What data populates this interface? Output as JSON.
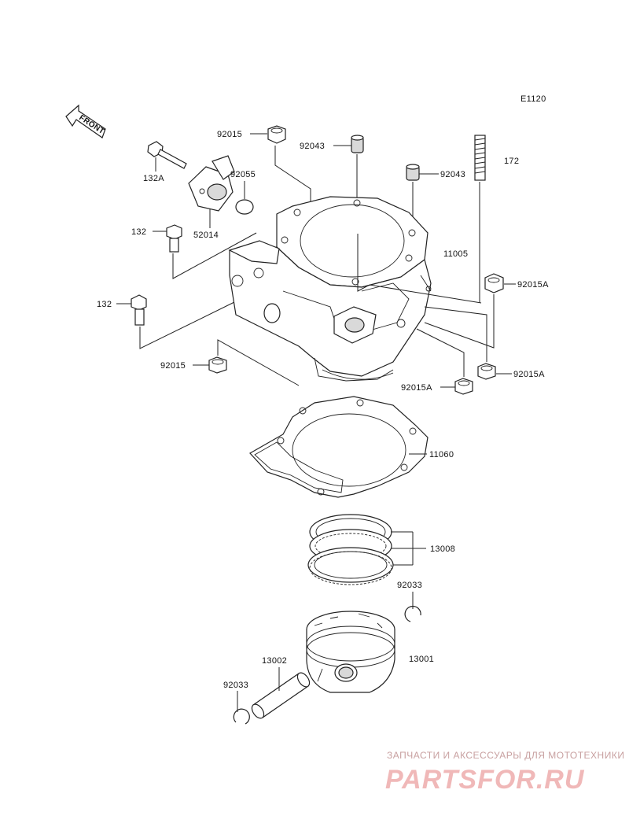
{
  "diagram_code": "E1120",
  "front_arrow": "FRONT",
  "parts": {
    "p92015_top": "92015",
    "p92043_a": "92043",
    "p92043_b": "92043",
    "p172": "172",
    "p132A": "132A",
    "p92055": "92055",
    "p52014": "52014",
    "p132_a": "132",
    "p11005": "11005",
    "p92015A_right": "92015A",
    "p132_b": "132",
    "p92015_left": "92015",
    "p92015A_bottom_right": "92015A",
    "p92015A_bottom": "92015A",
    "p11060": "11060",
    "p13008": "13008",
    "p92033_right": "92033",
    "p13002": "13002",
    "p13001": "13001",
    "p92033_left": "92033"
  },
  "watermark": {
    "tagline": "ЗАПЧАСТИ И АКСЕССУАРЫ ДЛЯ МОТОТЕХНИКИ",
    "brand": "PARTSFOR.RU"
  }
}
